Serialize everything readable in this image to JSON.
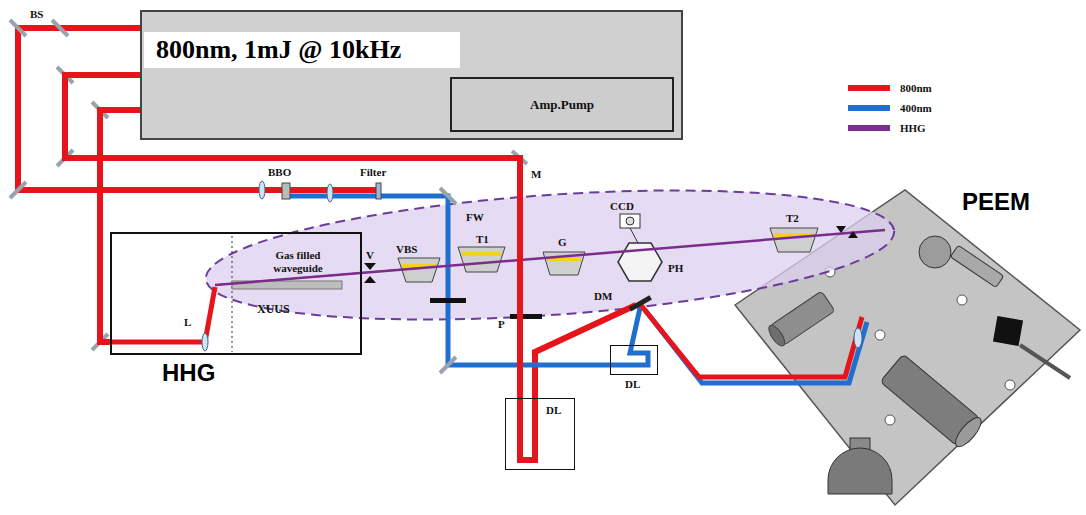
{
  "diagram": {
    "nodes": [
      {
        "text": [
          "800nm, 1mJ @ 10kHz"
        ]
      },
      {
        "text": [
          "Amp.Pump"
        ],
        "in": 0
      },
      {
        "text": [
          "XUUS",
          "HHG"
        ]
      },
      {
        "text": [
          "DL"
        ]
      },
      {
        "text": [
          "DL"
        ]
      }
    ],
    "edges": [
      {
        "from": 0,
        "to": 2,
        "arrow": "none"
      },
      {
        "from": 0,
        "to": 3,
        "arrow": "none"
      }
    ],
    "labels": [
      "BS",
      "BBO",
      "Filter",
      "M",
      "Gas filled waveguide",
      "V",
      "VBS",
      "FW",
      "T1",
      "G",
      "CCD",
      "PH",
      "T2",
      "PEEM",
      "P",
      "DM",
      "L"
    ],
    "legend": [
      {
        "text": "800nm",
        "color": "#e8141b"
      },
      {
        "text": "400nm",
        "color": "#1f6fd1"
      },
      {
        "text": "HHG",
        "color": "#7b2d8e"
      }
    ]
  }
}
